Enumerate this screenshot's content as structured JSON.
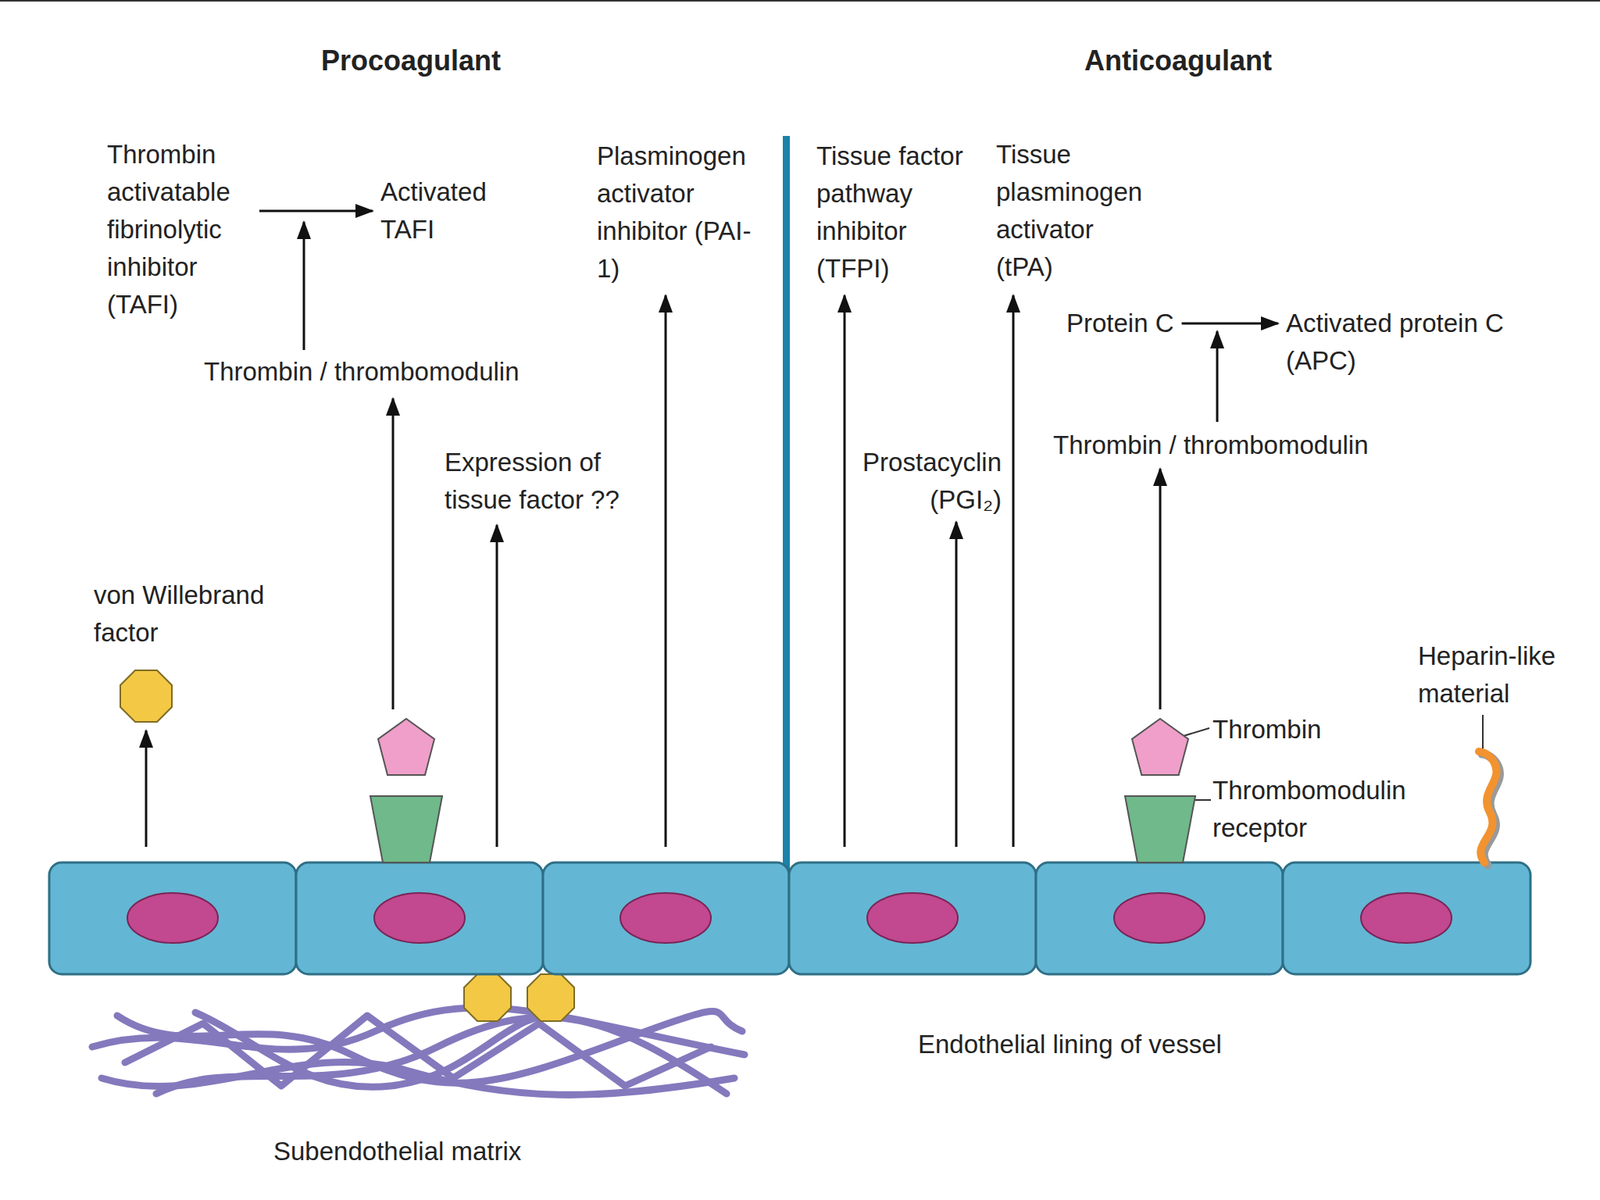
{
  "diagram": {
    "nodes": [
      {
        "text": [
          "Thrombin activatable fibrinolytic inhibitor (TAFI)"
        ]
      },
      {
        "text": [
          "Activated TAFI"
        ]
      },
      {
        "text": [
          "Protein C"
        ]
      },
      {
        "text": [
          "Activated protein C (APC)"
        ]
      },
      {
        "text": [
          "Thrombin"
        ]
      },
      {
        "text": [
          "Thrombomodulin receptor"
        ]
      },
      {
        "text": [
          "Thrombin / thrombomodulin"
        ]
      }
    ],
    "edges": [
      {
        "from": 0,
        "to": 1,
        "arrow": "to"
      },
      {
        "from": 2,
        "to": 3,
        "arrow": "to"
      },
      {
        "from": 4,
        "to": 6,
        "arrow": "to"
      }
    ],
    "labels": [
      "Procoagulant",
      "Anticoagulant",
      "Thrombin / thrombomodulin",
      "Plasminogen activator inhibitor (PAI-1)",
      "Tissue factor pathway inhibitor (TFPI)",
      "Tissue plasminogen activator (tPA)",
      "Expression of tissue factor ??",
      "von Willebrand factor",
      "Prostacyclin (PGI₂)",
      "Heparin-like material",
      "Endothelial lining of vessel",
      "Subendothelial matrix"
    ]
  }
}
